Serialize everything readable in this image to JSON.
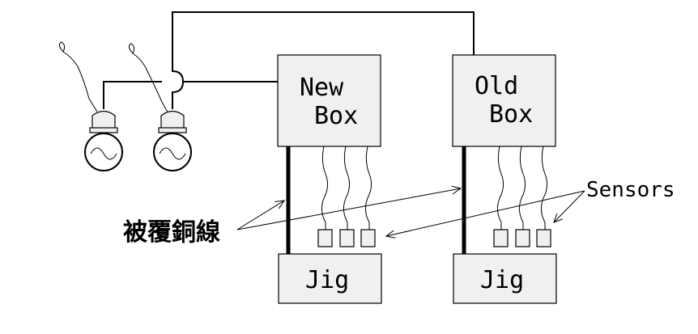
{
  "boxes": {
    "new_line1": "New",
    "new_line2": "Box",
    "old_line1": "Old",
    "old_line2": "Box"
  },
  "jigs": {
    "left": "Jig",
    "right": "Jig"
  },
  "labels": {
    "covered_copper_wire": "被覆銅線",
    "sensors": "Sensors"
  }
}
